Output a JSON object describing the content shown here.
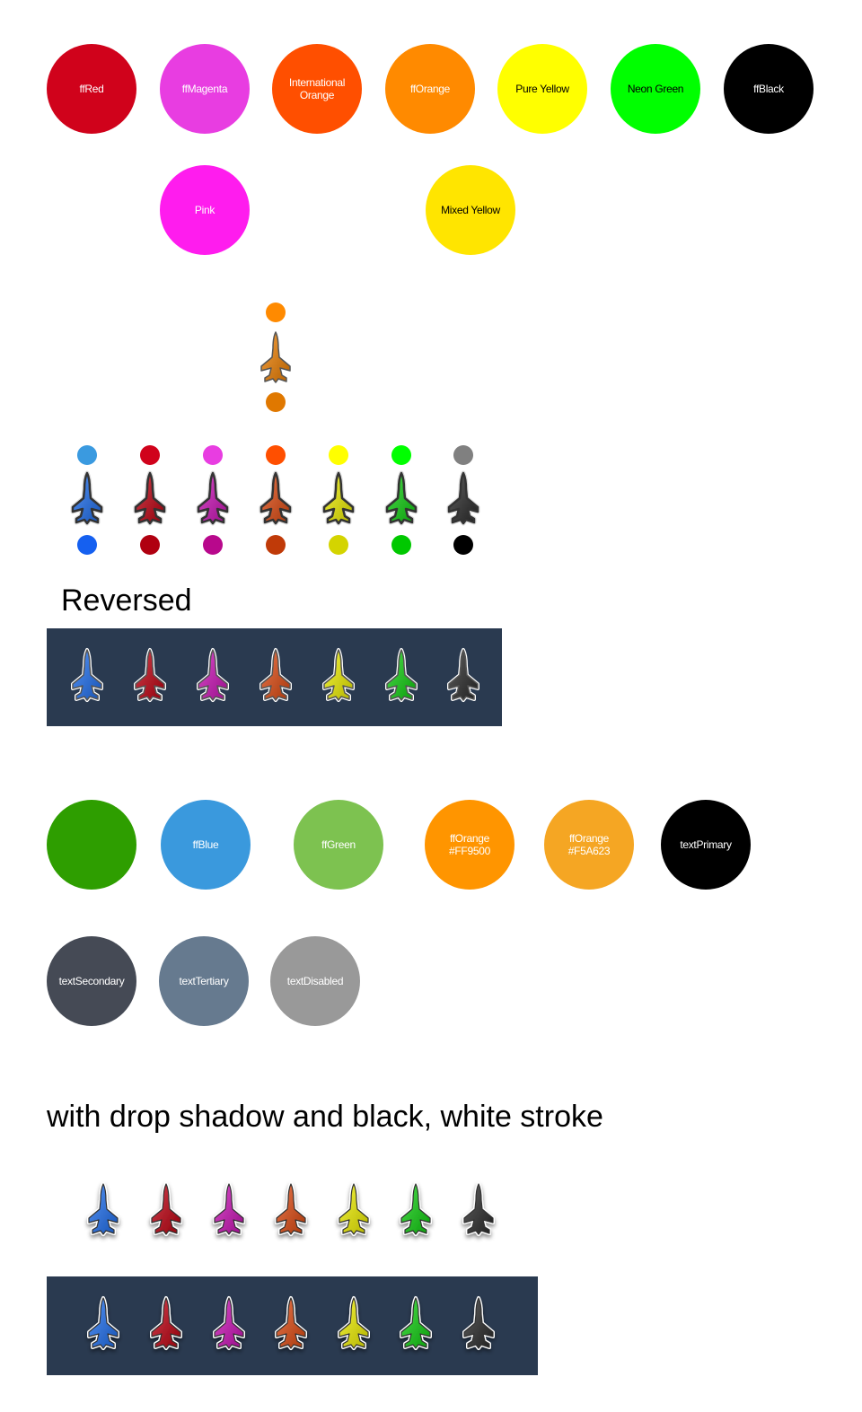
{
  "swatches_top": [
    {
      "label": "ffRed",
      "color": "#D0021B",
      "text": "#ffffff"
    },
    {
      "label": "ffMagenta",
      "color": "#E83DE1",
      "text": "#ffffff"
    },
    {
      "label": "International Orange",
      "color": "#FF4F00",
      "text": "#ffffff"
    },
    {
      "label": "ffOrange",
      "color": "#FF8A00",
      "text": "#ffffff"
    },
    {
      "label": "Pure Yellow",
      "color": "#FFFF00",
      "text": "#000000"
    },
    {
      "label": "Neon Green",
      "color": "#00FF00",
      "text": "#000000"
    },
    {
      "label": "ffBlack",
      "color": "#000000",
      "text": "#ffffff"
    },
    {
      "label": "Pink",
      "color": "#FF1CEE",
      "text": "#ffffff"
    },
    {
      "label": "Mixed Yellow",
      "color": "#FFE500",
      "text": "#000000"
    }
  ],
  "single_jet": {
    "top_dot": "#FF8A00",
    "fill": "#F08000",
    "bottom_dot": "#E07800"
  },
  "jet_palette": [
    {
      "name": "blue",
      "top_dot": "#3A9AE0",
      "fill": "#1E6FF0",
      "bottom_dot": "#1560F0"
    },
    {
      "name": "red",
      "top_dot": "#D0021B",
      "fill": "#C00010",
      "bottom_dot": "#B00010"
    },
    {
      "name": "magenta",
      "top_dot": "#E83DE1",
      "fill": "#CC12B8",
      "bottom_dot": "#B8088C"
    },
    {
      "name": "orange",
      "top_dot": "#FF4F00",
      "fill": "#E04A10",
      "bottom_dot": "#C03A08"
    },
    {
      "name": "yellow",
      "top_dot": "#FFFF00",
      "fill": "#F0F000",
      "bottom_dot": "#D4D400"
    },
    {
      "name": "green",
      "top_dot": "#00FF00",
      "fill": "#10D010",
      "bottom_dot": "#00C800"
    },
    {
      "name": "black",
      "top_dot": "#808080",
      "fill": "#2A2A2A",
      "bottom_dot": "#000000"
    }
  ],
  "headings": {
    "reversed": "Reversed",
    "shadow": "with drop shadow and black, white stroke"
  },
  "panel_color": "#2A3A50",
  "swatches_mid": [
    {
      "label": "",
      "color": "#2E9E00",
      "text": "#ffffff"
    },
    {
      "label": "ffBlue",
      "color": "#3A99DD",
      "text": "#ffffff"
    },
    {
      "label": "ffGreen",
      "color": "#7DC250",
      "text": "#ffffff"
    },
    {
      "label": "ffOrange\n#FF9500",
      "color": "#FF9500",
      "text": "#ffffff"
    },
    {
      "label": "ffOrange\n#F5A623",
      "color": "#F5A623",
      "text": "#ffffff"
    },
    {
      "label": "textPrimary",
      "color": "#000000",
      "text": "#ffffff"
    },
    {
      "label": "textSecondary",
      "color": "#454A55",
      "text": "#ffffff"
    },
    {
      "label": "textTertiary",
      "color": "#667A8F",
      "text": "#ffffff"
    },
    {
      "label": "textDisabled",
      "color": "#999999",
      "text": "#ffffff"
    }
  ]
}
